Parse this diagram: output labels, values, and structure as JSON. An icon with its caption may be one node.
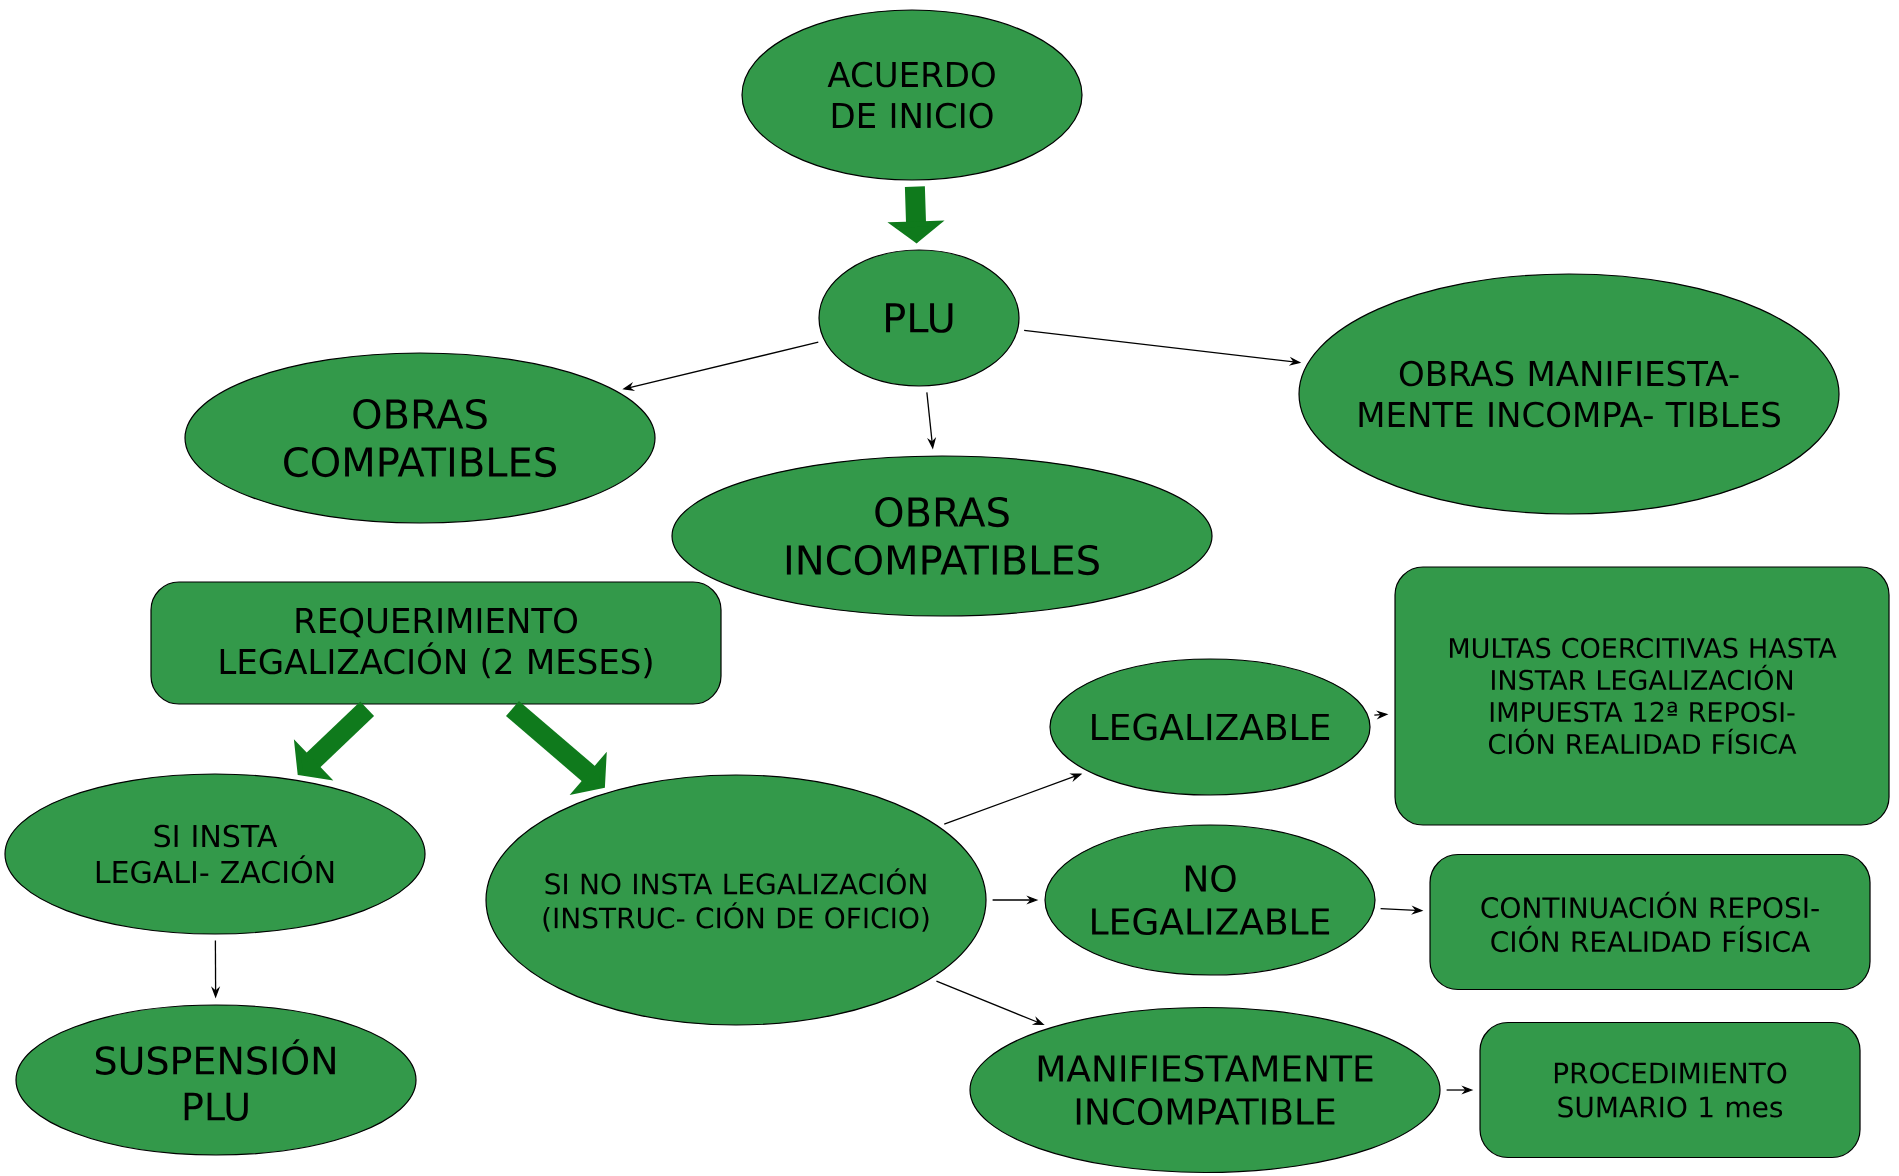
{
  "diagram": {
    "nodes": [
      {
        "text": [
          "ACUERDO DE INICIO"
        ]
      },
      {
        "text": [
          "PLU"
        ]
      },
      {
        "text": [
          "OBRAS COMPATIBLES"
        ]
      },
      {
        "text": [
          "OBRAS INCOMPATIBLES"
        ]
      },
      {
        "text": [
          "OBRAS MANIFIESTA- MENTE INCOMPA- TIBLES"
        ]
      },
      {
        "text": [
          "REQUERIMIENTO LEGALIZACIÓN (2 MESES)"
        ]
      },
      {
        "text": [
          "SI INSTA LEGALI- ZACIÓN"
        ]
      },
      {
        "text": [
          "SUSPENSIÓN PLU"
        ]
      },
      {
        "text": [
          "SI NO INSTA LEGALIZACIÓN (INSTRUC- CIÓN DE OFICIO)"
        ]
      },
      {
        "text": [
          "LEGALIZABLE"
        ]
      },
      {
        "text": [
          "NO LEGALIZABLE"
        ]
      },
      {
        "text": [
          "MANIFIESTAMENTE INCOMPATIBLE"
        ]
      },
      {
        "text": [
          "MULTAS COERCITIVAS HASTA INSTAR LEGALIZACIÓN IMPUESTA 12ª REPOSI- CIÓN REALIDAD FÍSICA"
        ]
      },
      {
        "text": [
          "CONTINUACIÓN REPOSI- CIÓN REALIDAD FÍSICA"
        ]
      },
      {
        "text": [
          "PROCEDIMIENTO SUMARIO 1 mes"
        ]
      }
    ],
    "edges": [
      {
        "from": 0,
        "to": 1,
        "arrow": "to",
        "style": "thick",
        "color": "#0f7a1c"
      },
      {
        "from": 1,
        "to": 2,
        "arrow": "to"
      },
      {
        "from": 1,
        "to": 3,
        "arrow": "to"
      },
      {
        "from": 1,
        "to": 4,
        "arrow": "to"
      },
      {
        "from": 5,
        "to": 6,
        "arrow": "to",
        "style": "thick",
        "color": "#0f7a1c"
      },
      {
        "from": 5,
        "to": 8,
        "arrow": "to",
        "style": "thick",
        "color": "#0f7a1c"
      },
      {
        "from": 6,
        "to": 7,
        "arrow": "to"
      },
      {
        "from": 8,
        "to": 9,
        "arrow": "to"
      },
      {
        "from": 8,
        "to": 10,
        "arrow": "to"
      },
      {
        "from": 8,
        "to": 11,
        "arrow": "to"
      },
      {
        "from": 9,
        "to": 12,
        "arrow": "to"
      },
      {
        "from": 10,
        "to": 13,
        "arrow": "to"
      },
      {
        "from": 11,
        "to": 14,
        "arrow": "to"
      }
    ]
  }
}
